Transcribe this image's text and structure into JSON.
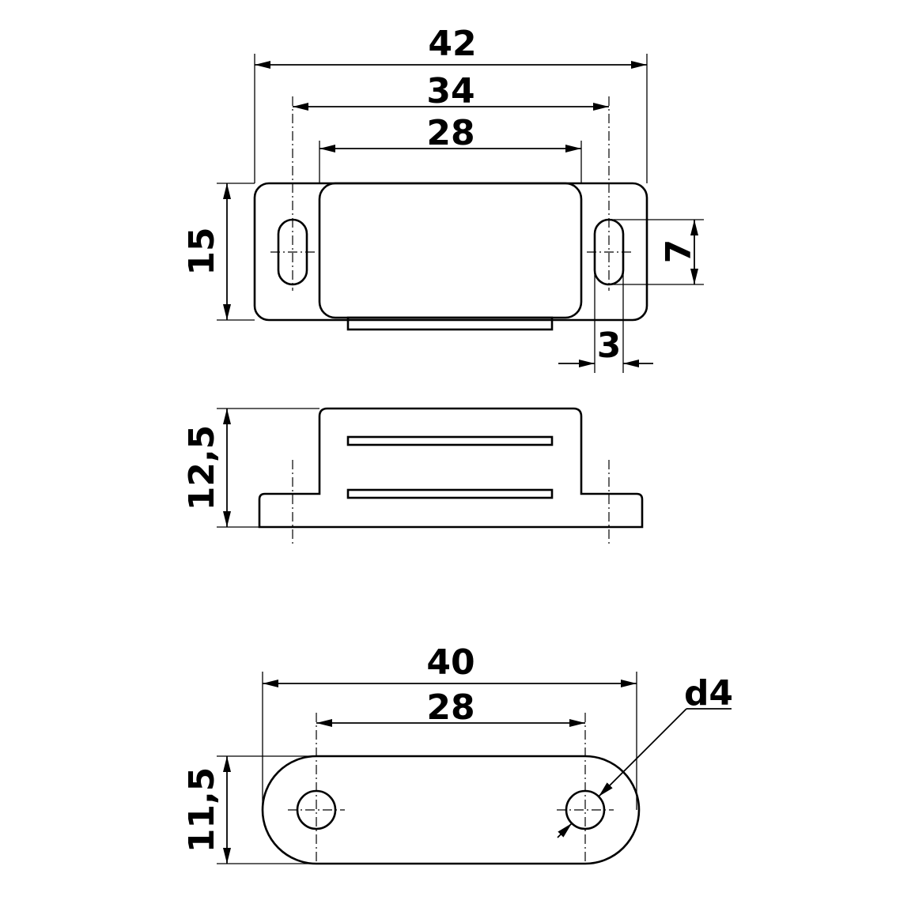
{
  "drawing": {
    "top_view": {
      "overall_length": "42",
      "hole_spacing": "34",
      "body_length": "28",
      "height": "15",
      "slot_length": "7",
      "slot_width": "3"
    },
    "side_view": {
      "height": "12,5"
    },
    "bottom_view": {
      "overall_length": "40",
      "hole_spacing": "28",
      "width": "11,5",
      "hole_diameter": "d4"
    },
    "line_color": "#000000",
    "background": "#ffffff"
  }
}
